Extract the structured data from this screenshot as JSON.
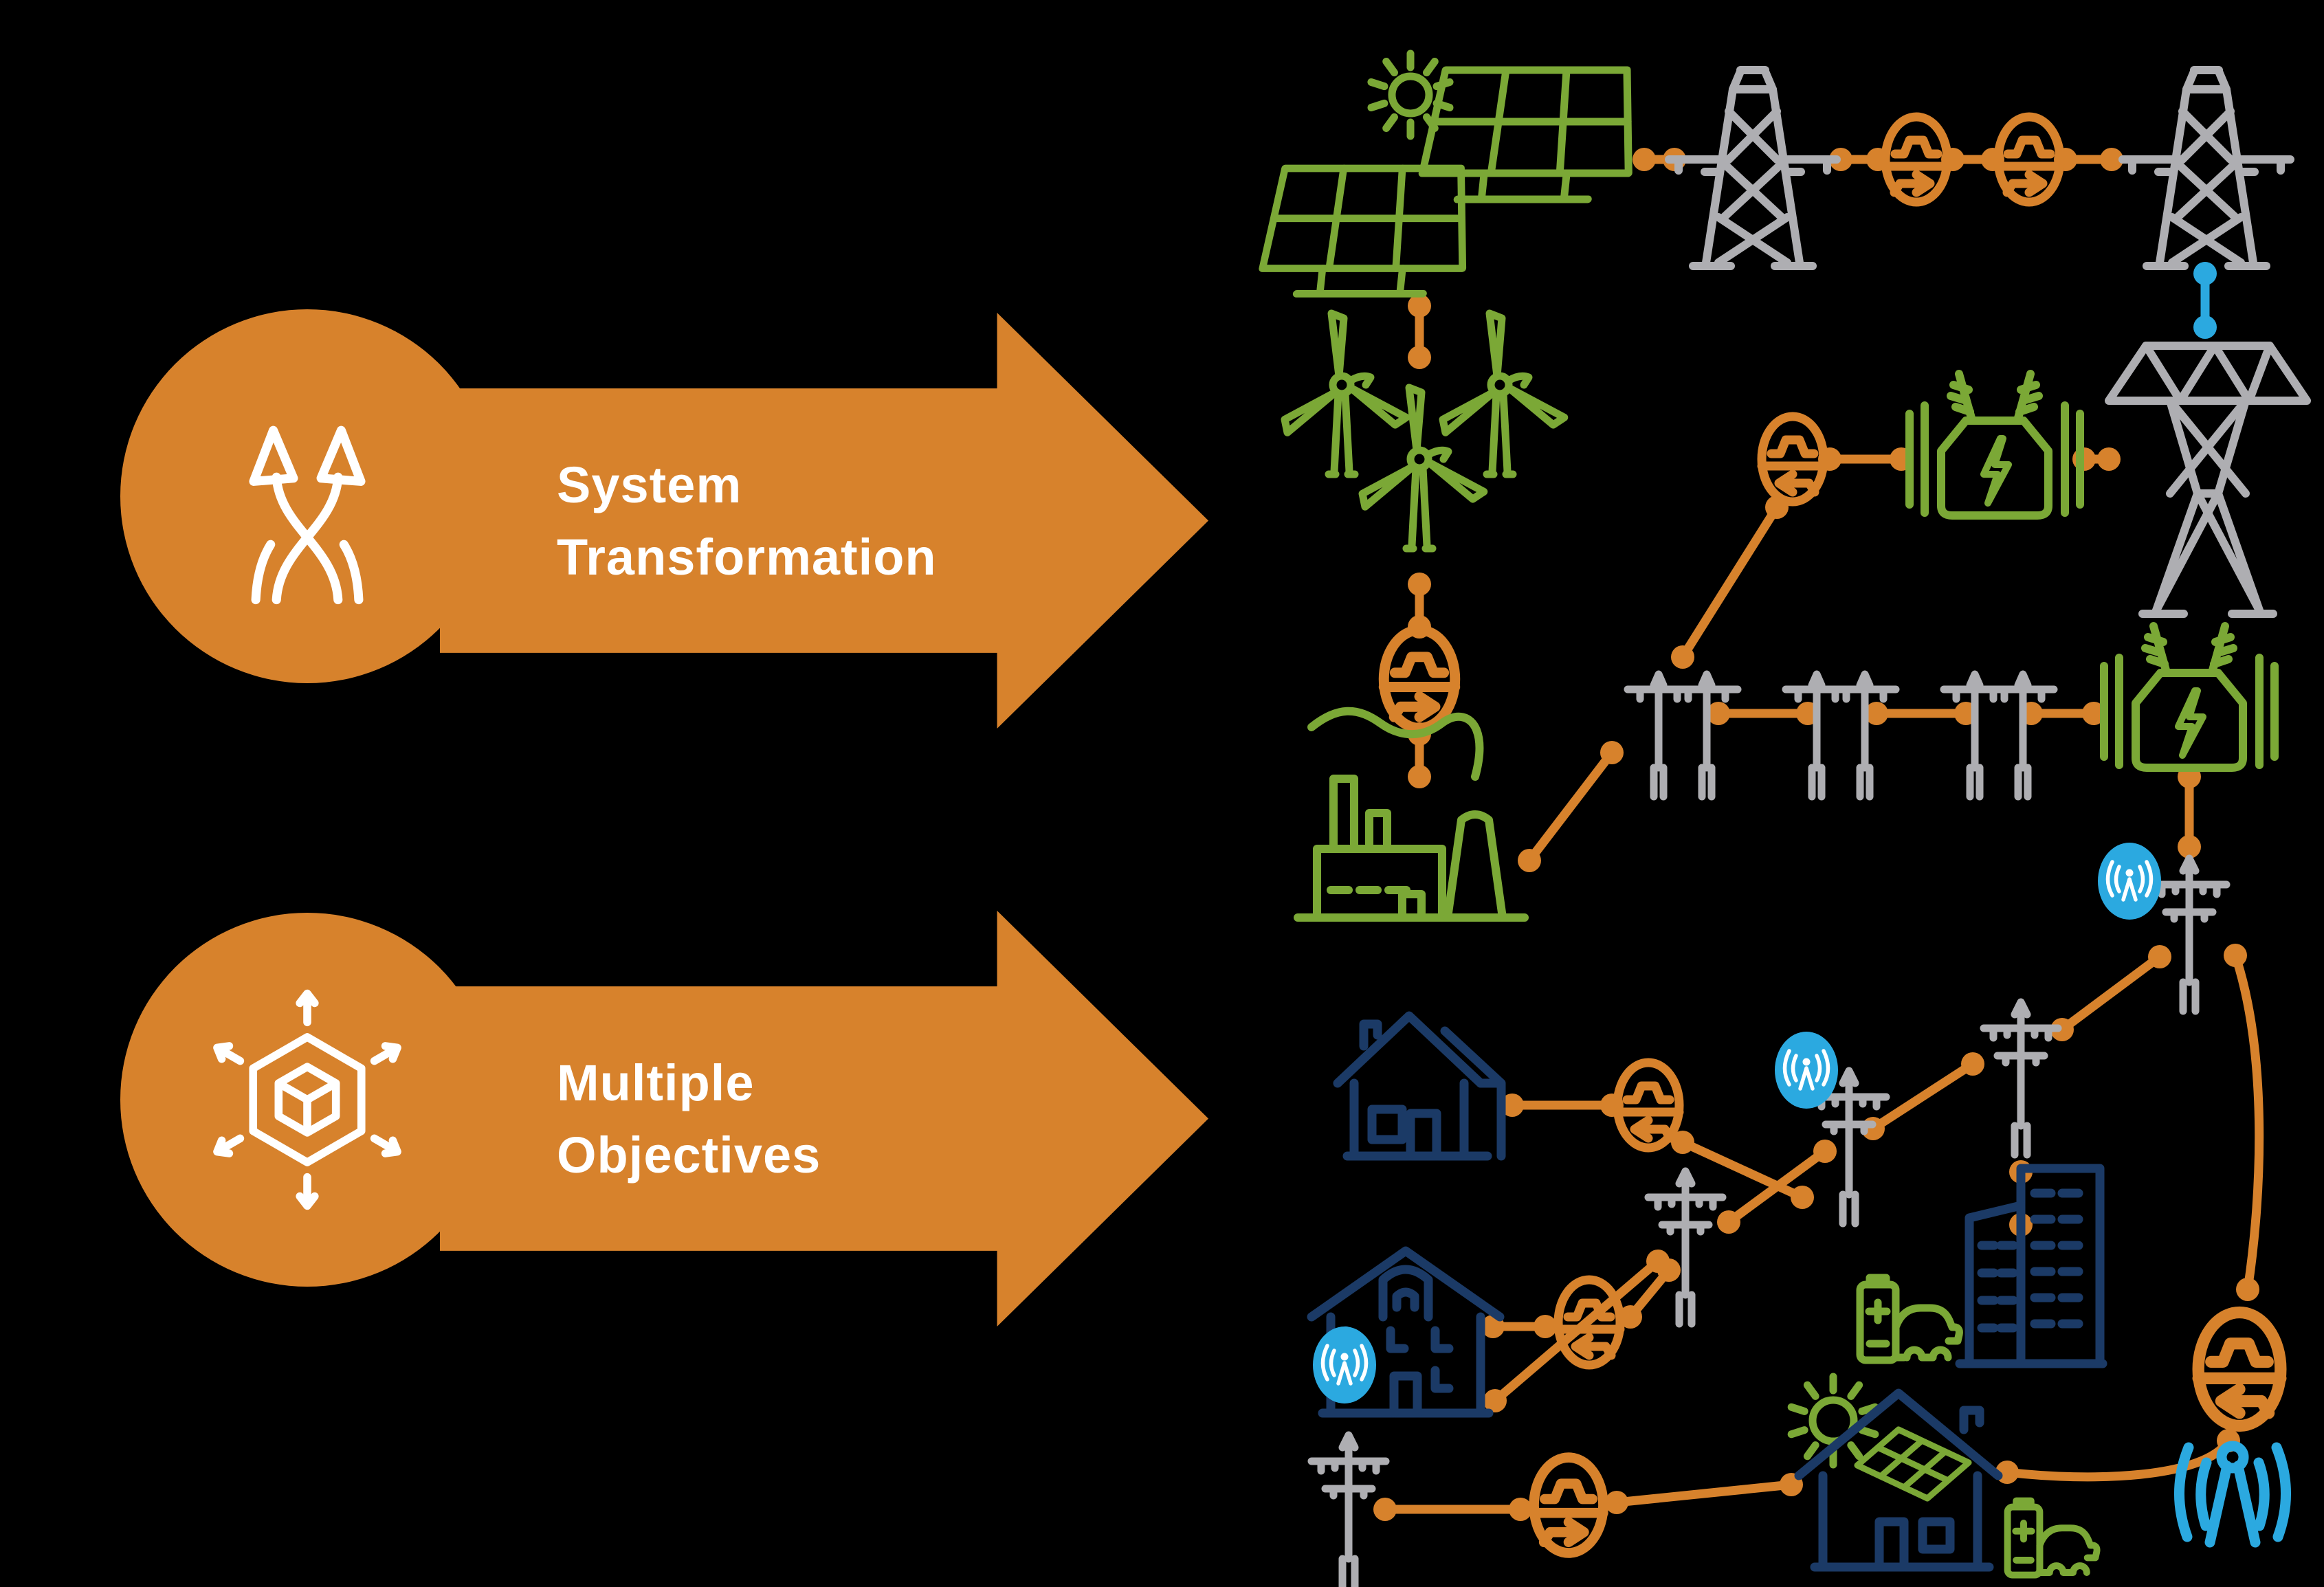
{
  "rows": [
    {
      "icon": "diverging-arrows-icon",
      "line1": "System",
      "line2": "Transformation"
    },
    {
      "icon": "expanding-cube-icon",
      "line1": "Multiple",
      "line2": "Objectives"
    }
  ],
  "colors": {
    "background": "#000000",
    "accent_orange": "#D7822C",
    "green": "#7BA836",
    "gray": "#AEAEB2",
    "navy": "#1B3A66",
    "sky_blue": "#2BA9E0",
    "text": "#FFFFFF"
  },
  "diagram": {
    "transmission_chain": [
      "sun-icon",
      "solar-array-icon",
      "transmission-tower-icon",
      "converter-icon",
      "converter-icon",
      "transmission-tower-icon",
      "tall-transmission-tower-icon",
      "transformer-icon",
      "converter-icon"
    ],
    "generation_chain": [
      "wind-turbines-icon",
      "converter-icon",
      "power-plant-icon"
    ],
    "distribution_chain": [
      "substation-poles-icon",
      "substation-poles-icon",
      "substation-poles-icon",
      "transformer-icon",
      "utility-pole-icon",
      "radio-signal-icon"
    ],
    "consumer_chain": [
      "house-icon",
      "converter-icon",
      "two-story-house-icon",
      "converter-icon",
      "utility-pole-icon",
      "utility-pole-icon",
      "city-buildings-icon",
      "battery-ev-charging-icon",
      "radio-signal-icon",
      "utility-pole-icon",
      "radio-signal-icon",
      "converter-icon",
      "solar-home-icon",
      "battery-ev-charging-icon",
      "converter-icon",
      "radio-antenna-icon"
    ],
    "link_colors": {
      "power_links": "#D7822C",
      "communication_link": "#2BA9E0"
    }
  }
}
